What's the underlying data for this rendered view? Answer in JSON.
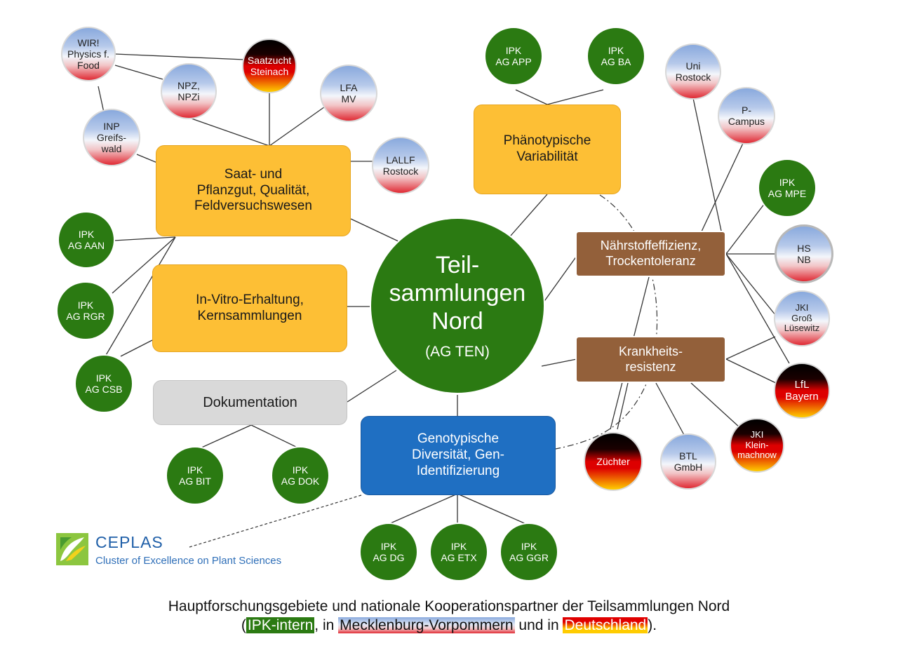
{
  "diagram": {
    "center": {
      "title": "Teil-\nsammlungen\nNord",
      "subtitle": "(AG TEN)",
      "color": "#2b7a12"
    },
    "boxes": {
      "saatgut": "Saat- und\nPflanzgut, Qualität,\nFeldversuchswesen",
      "invitro": "In-Vitro-Erhaltung,\nKernsammlungen",
      "dokumentation": "Dokumentation",
      "phaeno": "Phänotypische\nVariabilität",
      "naehrstoff": "Nährstoffeffizienz,\nTrockentoleranz",
      "krankheit": "Krankheits-\nresistenz",
      "geno": "Genotypische\nDiversität, Gen-\nIdentifizierung"
    },
    "partners": {
      "wir": "WIR!\nPhysics f.\nFood",
      "saatzucht": "Saatzucht\nSteinach",
      "npz": "NPZ,\nNPZi",
      "lfa": "LFA\nMV",
      "inp": "INP\nGreifs-\nwald",
      "lallf": "LALLF\nRostock",
      "ipk_aan": "IPK\nAG AAN",
      "ipk_rgr": "IPK\nAG RGR",
      "ipk_csb": "IPK\nAG CSB",
      "ipk_bit": "IPK\nAG BIT",
      "ipk_dok": "IPK\nAG DOK",
      "ipk_app": "IPK\nAG APP",
      "ipk_ba": "IPK\nAG BA",
      "uni_rostock": "Uni\nRostock",
      "p_campus": "P-\nCampus",
      "ipk_mpe": "IPK\nAG MPE",
      "hs_nb": "HS\nNB",
      "jki_gross": "JKI\nGroß\nLüsewitz",
      "lfl": "LfL\nBayern",
      "jki_klein": "JKI\nKlein-\nmachnow",
      "btl": "BTL\nGmbH",
      "zuechter": "Züchter",
      "ipk_dg": "IPK\nAG DG",
      "ipk_etx": "IPK\nAG ETX",
      "ipk_ggr": "IPK\nAG GGR"
    },
    "logo": {
      "name": "CEPLAS",
      "tagline": "Cluster of Excellence on Plant Sciences"
    }
  },
  "caption": {
    "line1": "Hauptforschungsgebiete und nationale Kooperationspartner der Teilsammlungen Nord",
    "open": "(",
    "ipk": "IPK-intern",
    "sep1": ", in ",
    "mv": "Mecklenburg-Vorpommern",
    "sep2": " und in ",
    "de": "Deutschland",
    "close": ")."
  },
  "colors": {
    "ipk_green": "#2b7a12",
    "box_yellow": "#fdbf35",
    "box_brown": "#93603a",
    "box_blue": "#1f6fc2",
    "box_grey": "#d9d9d9"
  }
}
